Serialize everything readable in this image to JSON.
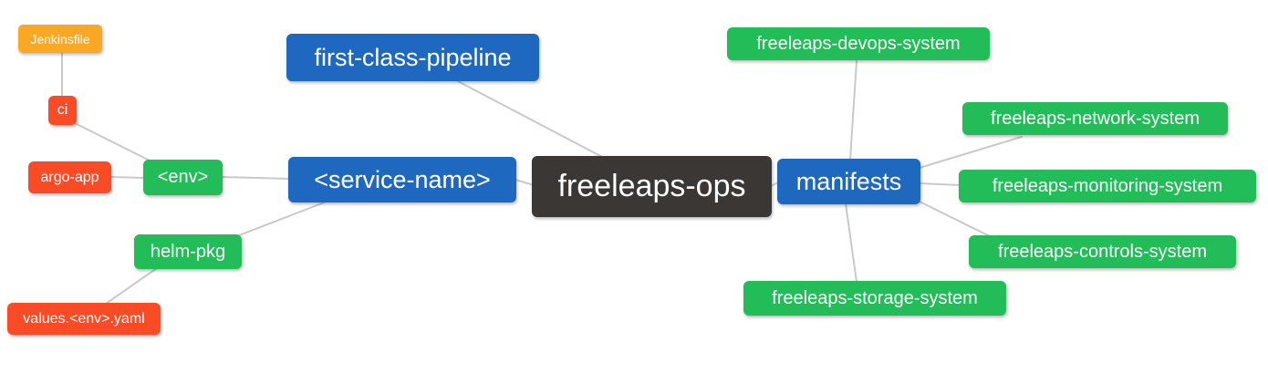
{
  "palette": {
    "background": "#FFFFFF",
    "line_color": "#C9C9C9",
    "text_color": "#FFFFFF",
    "root_color": "#3B3734",
    "level1_color": "#1F68BF",
    "level2_color": "#22BC58",
    "level3_color": "#F94B25",
    "level4_color": "#F9A826"
  },
  "diagram": {
    "type": "mindmap",
    "root_label": "freeleaps-ops"
  },
  "nodes": {
    "root": {
      "label": "freeleaps-ops",
      "level": 0,
      "color": "#3B3734"
    },
    "first_class_pipeline": {
      "label": "first-class-pipeline",
      "level": 1,
      "color": "#1F68BF"
    },
    "service_name": {
      "label": "<service-name>",
      "level": 1,
      "color": "#1F68BF"
    },
    "manifests": {
      "label": "manifests",
      "level": 1,
      "color": "#1F68BF"
    },
    "env": {
      "label": "<env>",
      "level": 2,
      "color": "#22BC58"
    },
    "helm_pkg": {
      "label": "helm-pkg",
      "level": 2,
      "color": "#22BC58"
    },
    "devops_system": {
      "label": "freeleaps-devops-system",
      "level": 2,
      "color": "#22BC58"
    },
    "network_system": {
      "label": "freeleaps-network-system",
      "level": 2,
      "color": "#22BC58"
    },
    "monitoring_system": {
      "label": "freeleaps-monitoring-system",
      "level": 2,
      "color": "#22BC58"
    },
    "controls_system": {
      "label": "freeleaps-controls-system",
      "level": 2,
      "color": "#22BC58"
    },
    "storage_system": {
      "label": "freeleaps-storage-system",
      "level": 2,
      "color": "#22BC58"
    },
    "ci": {
      "label": "ci",
      "level": 3,
      "color": "#F94B25"
    },
    "argo_app": {
      "label": "argo-app",
      "level": 3,
      "color": "#F94B25"
    },
    "values_env_yaml": {
      "label": "values.<env>.yaml",
      "level": 3,
      "color": "#F94B25"
    },
    "jenkinsfile": {
      "label": "Jenkinsfile",
      "level": 4,
      "color": "#F9A826"
    }
  },
  "edges": [
    {
      "from": "jenkinsfile",
      "to": "ci"
    },
    {
      "from": "ci",
      "to": "env"
    },
    {
      "from": "argo_app",
      "to": "env"
    },
    {
      "from": "env",
      "to": "service_name"
    },
    {
      "from": "helm_pkg",
      "to": "service_name"
    },
    {
      "from": "values_env_yaml",
      "to": "helm_pkg"
    },
    {
      "from": "first_class_pipeline",
      "to": "root"
    },
    {
      "from": "service_name",
      "to": "root"
    },
    {
      "from": "root",
      "to": "manifests"
    },
    {
      "from": "manifests",
      "to": "devops_system"
    },
    {
      "from": "manifests",
      "to": "network_system"
    },
    {
      "from": "manifests",
      "to": "monitoring_system"
    },
    {
      "from": "manifests",
      "to": "controls_system"
    },
    {
      "from": "manifests",
      "to": "storage_system"
    }
  ]
}
